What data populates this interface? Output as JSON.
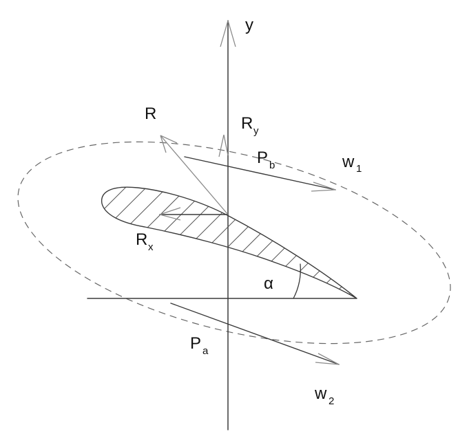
{
  "diagram": {
    "labels": {
      "y_axis": "y",
      "R": "R",
      "Ry_main": "R",
      "Ry_sub": "y",
      "Rx_main": "R",
      "Rx_sub": "x",
      "Pb_main": "P",
      "Pb_sub": "b",
      "Pa_main": "P",
      "Pa_sub": "a",
      "w1_main": "w",
      "w1_sub": "1",
      "w2_main": "w",
      "w2_sub": "2",
      "alpha": "α"
    }
  }
}
